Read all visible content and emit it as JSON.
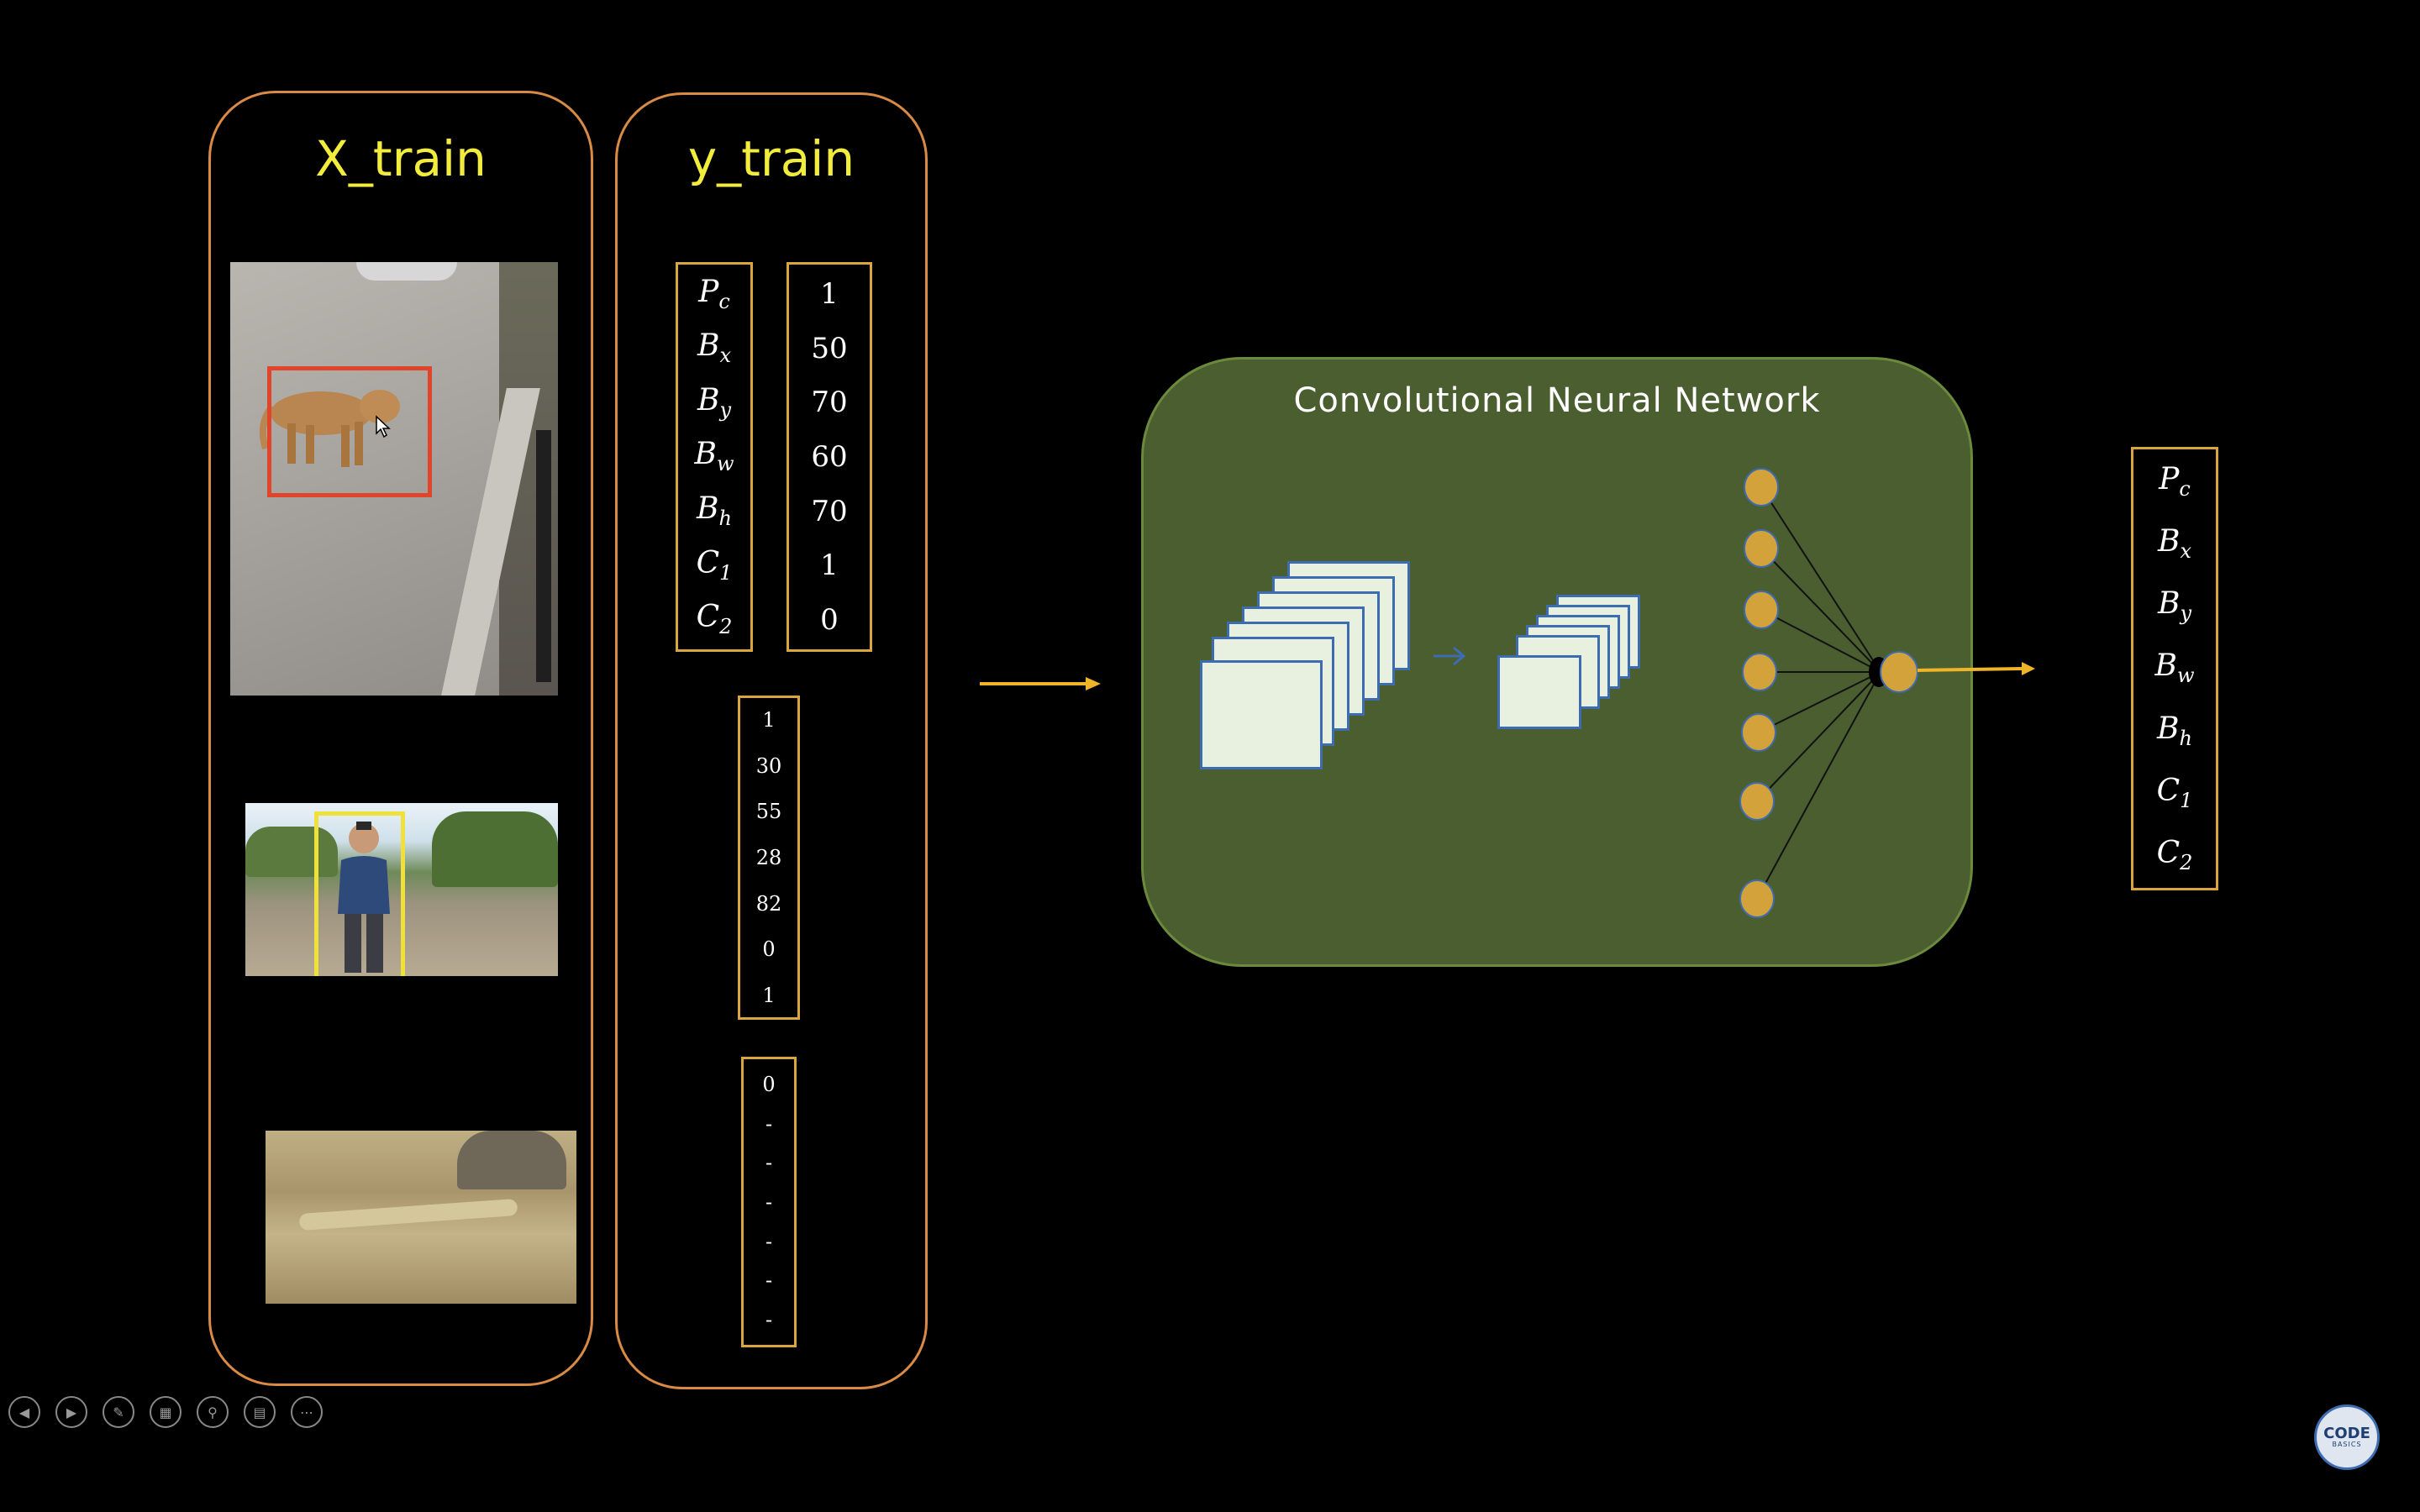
{
  "x_train": {
    "title": "X_train"
  },
  "y_train": {
    "title": "y_train",
    "labels": [
      "P",
      "B",
      "B",
      "B",
      "B",
      "C",
      "C"
    ],
    "subscripts": [
      "c",
      "x",
      "y",
      "w",
      "h",
      "1",
      "2"
    ],
    "values_dog": [
      "1",
      "50",
      "70",
      "60",
      "70",
      "1",
      "0"
    ],
    "values_person": [
      "1",
      "30",
      "55",
      "28",
      "82",
      "0",
      "1"
    ],
    "values_empty": [
      "0",
      "-",
      "-",
      "-",
      "-",
      "-",
      "-"
    ]
  },
  "cnn": {
    "title": "Convolutional Neural Network"
  },
  "output": {
    "labels": [
      "P",
      "B",
      "B",
      "B",
      "B",
      "C",
      "C"
    ],
    "subscripts": [
      "c",
      "x",
      "y",
      "w",
      "h",
      "1",
      "2"
    ]
  },
  "controls": [
    "prev-icon",
    "next-icon",
    "pen-icon",
    "slides-icon",
    "zoom-icon",
    "subtitles-icon",
    "more-icon"
  ],
  "logo": {
    "line1": "CODE",
    "line2": "BASICS"
  },
  "colors": {
    "panel_border": "#d98a45",
    "title": "#f2ec3c",
    "bracket": "#d9a63f",
    "cnn_bg": "#4b5e30",
    "neuron": "#d4a23a",
    "arrow": "#f0b429"
  }
}
